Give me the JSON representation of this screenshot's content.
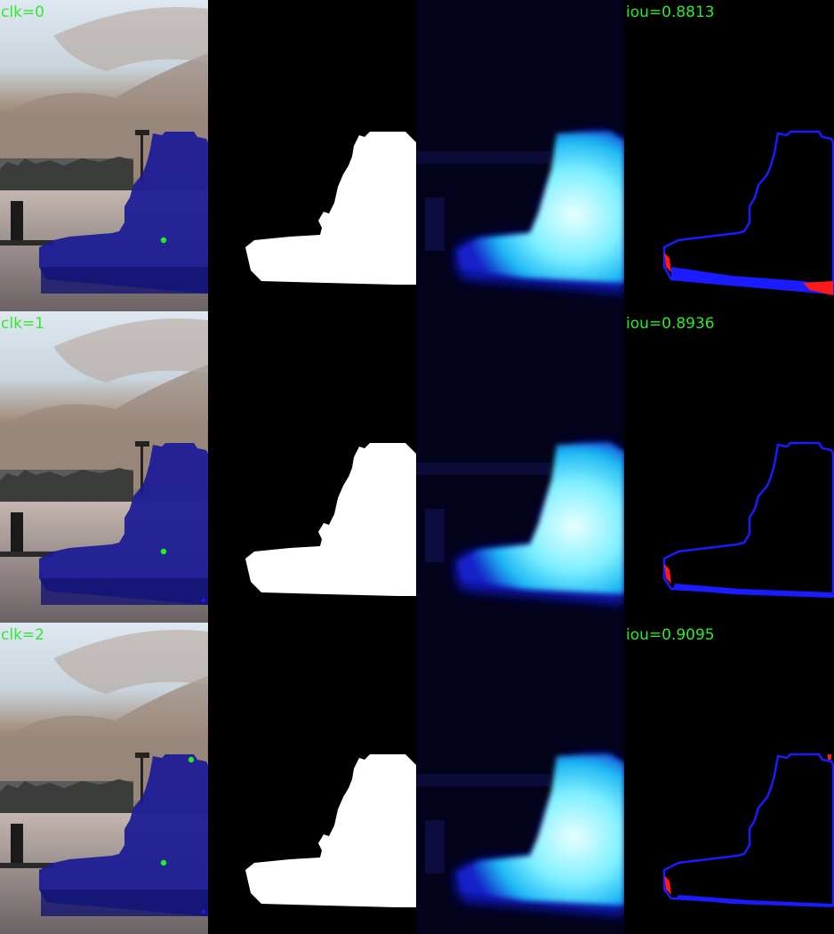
{
  "colors": {
    "label_green": "#2fe82f",
    "click_point_green": "#22ee22",
    "mask_white": "#ffffff",
    "overlay_blue": "#1a1a96",
    "error_fp_blue": "#1b1bff",
    "error_fn_red": "#ff1a1a",
    "heatmap_core": "#d6ffff",
    "heatmap_mid": "#22d8ff",
    "heatmap_edge": "#1018c8",
    "sky_top": "#d8e4ee",
    "cloud_brown": "#9e8a7c",
    "water": "#b8aca8"
  },
  "rows": [
    {
      "clk_label": "clk=0",
      "iou_label": "iou=0.8813"
    },
    {
      "clk_label": "clk=1",
      "iou_label": "iou=0.8936"
    },
    {
      "clk_label": "clk=2",
      "iou_label": "iou=0.9095"
    }
  ],
  "icons": {
    "click_point": "green-dot-icon"
  }
}
